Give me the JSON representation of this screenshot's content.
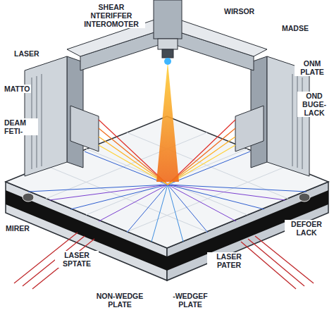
{
  "diagram": {
    "labels": [
      "SHEAR NTERIFFER INTEROMOTER",
      "WIRSOR",
      "MADSE",
      "LASER",
      "MATTO",
      "ONM PLATE",
      "DEAM FETI-",
      "OND BUGE- LACK",
      "MIRER",
      "DEFOER LACK",
      "LASER SPTATE",
      "LASER PATER",
      "NON-WEDGE PLATE",
      "-WEDGEF PLATE"
    ]
  }
}
